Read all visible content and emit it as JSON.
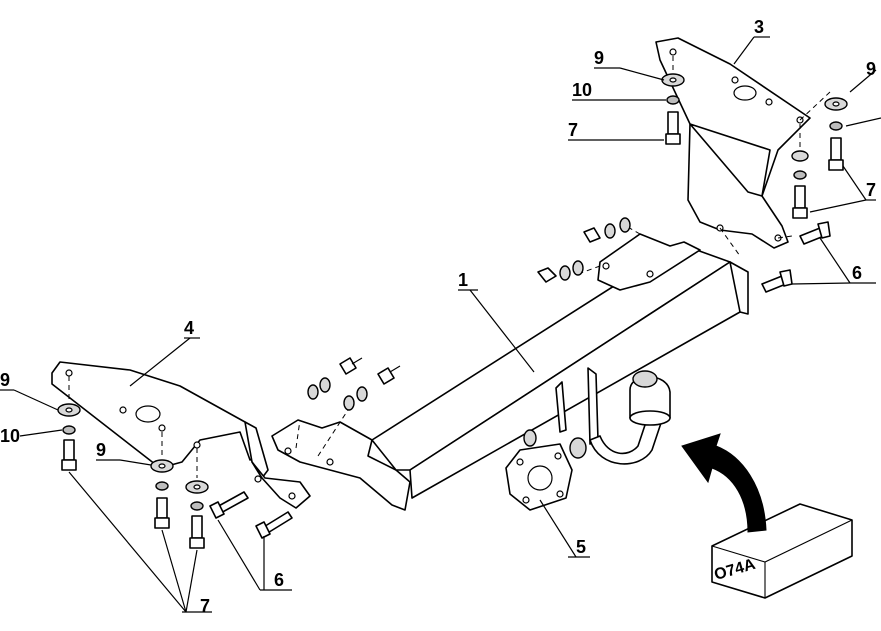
{
  "labels": {
    "drawbar": "1",
    "right_bracket": "3",
    "left_bracket": "4",
    "socket_plate": "5",
    "bolt_left": "6",
    "bolt_right": "6",
    "bolt_bottom_left": "7",
    "bolt_top_right": "7",
    "bolt_right_side": "7",
    "bolt_left_side": "7",
    "washer_top_right": "9",
    "washer_far_right": "9",
    "washer_left": "9",
    "washer_mid_left": "9",
    "spring_washer_top_right": "10",
    "spring_washer_left": "10"
  },
  "box_label": "O74A"
}
